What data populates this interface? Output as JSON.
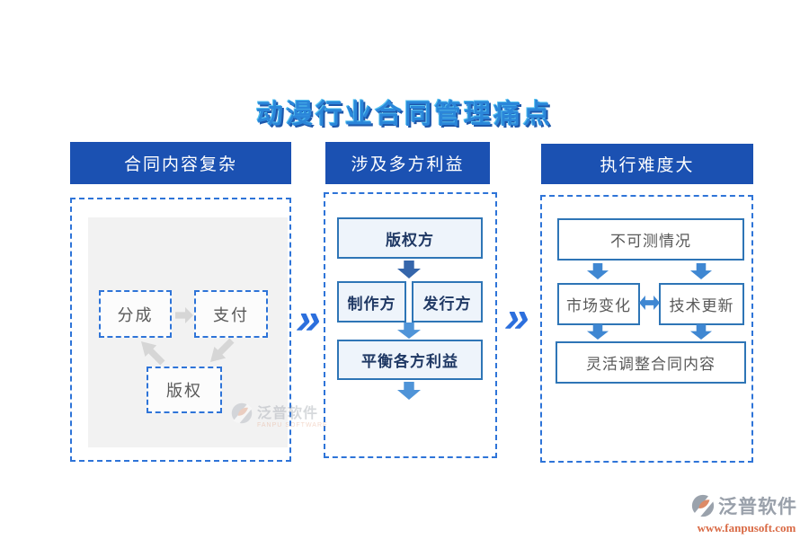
{
  "title": "动漫行业合同管理痛点",
  "columns": [
    {
      "header": "合同内容复杂",
      "nodes": {
        "split": "分成",
        "pay": "支付",
        "copyright": "版权"
      }
    },
    {
      "header": "涉及多方利益",
      "nodes": {
        "top": "版权方",
        "left": "制作方",
        "right": "发行方",
        "bottom": "平衡各方利益"
      }
    },
    {
      "header": "执行难度大",
      "nodes": {
        "top": "不可测情况",
        "left": "市场变化",
        "right": "技术更新",
        "bottom": "灵活调整合同内容"
      }
    }
  ],
  "separators": {
    "glyph": "»"
  },
  "watermark_inline": {
    "brand": "泛普软件",
    "sub": "FANPU SOFTWARE"
  },
  "watermark_footer": {
    "brand": "泛普软件",
    "url": "www.fanpusoft.com"
  },
  "colors": {
    "header_bg": "#1b51b2",
    "dashed_border": "#2e74d8",
    "solid_box_border": "#2e75b6",
    "flow_box_bg": "#eef4fb",
    "navy_text": "#1f3864",
    "gray_text": "#595959",
    "arrow_blue": "#4f94d8",
    "arrow_dark_blue": "#3566ab",
    "arrow_gray": "#d6d6d6",
    "chevron_blue": "#2c6fdd",
    "title_blue": "#2b86d9",
    "url_orange": "#d96a45"
  }
}
